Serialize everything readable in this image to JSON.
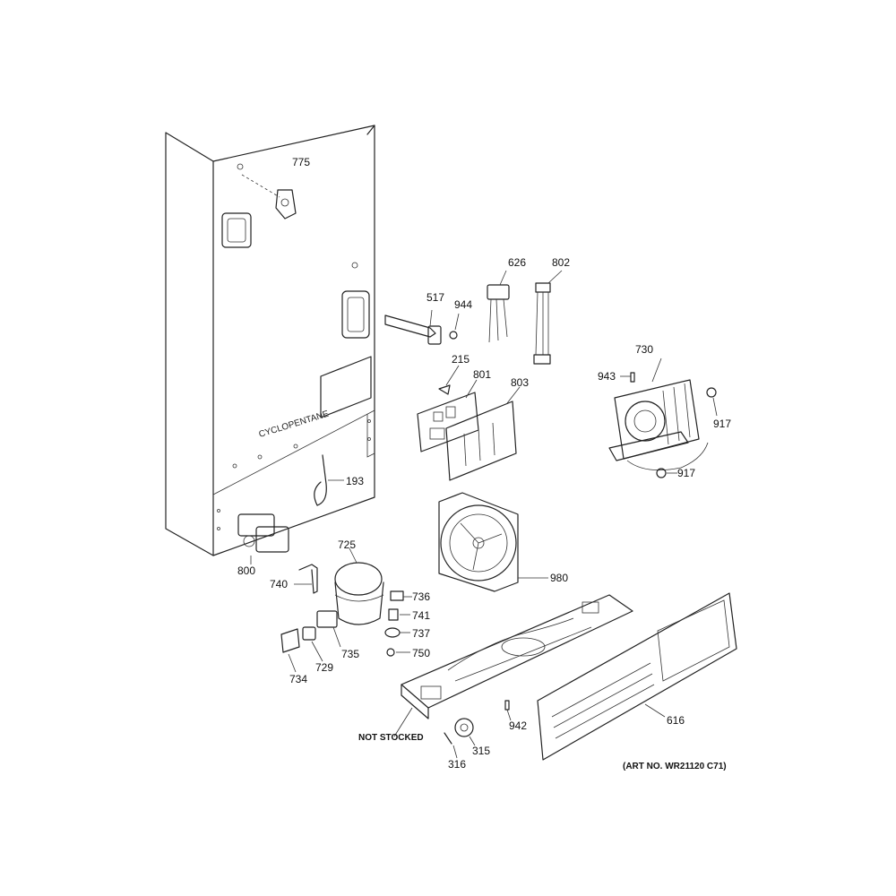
{
  "cabinet_stamp": "CYCLOPENTANE",
  "callouts": {
    "c775": "775",
    "c517": "517",
    "c944": "944",
    "c626": "626",
    "c802": "802",
    "c215": "215",
    "c801": "801",
    "c803": "803",
    "c730": "730",
    "c943": "943",
    "c917a": "917",
    "c917b": "917",
    "c193": "193",
    "c800": "800",
    "c725": "725",
    "c740": "740",
    "c736": "736",
    "c741": "741",
    "c737": "737",
    "c750": "750",
    "c735": "735",
    "c729": "729",
    "c734": "734",
    "c980": "980",
    "c942": "942",
    "c616": "616",
    "c315": "315",
    "c316": "316"
  },
  "notes": {
    "not_stocked": "NOT STOCKED",
    "art_no": "(ART NO. WR21120 C71)"
  }
}
